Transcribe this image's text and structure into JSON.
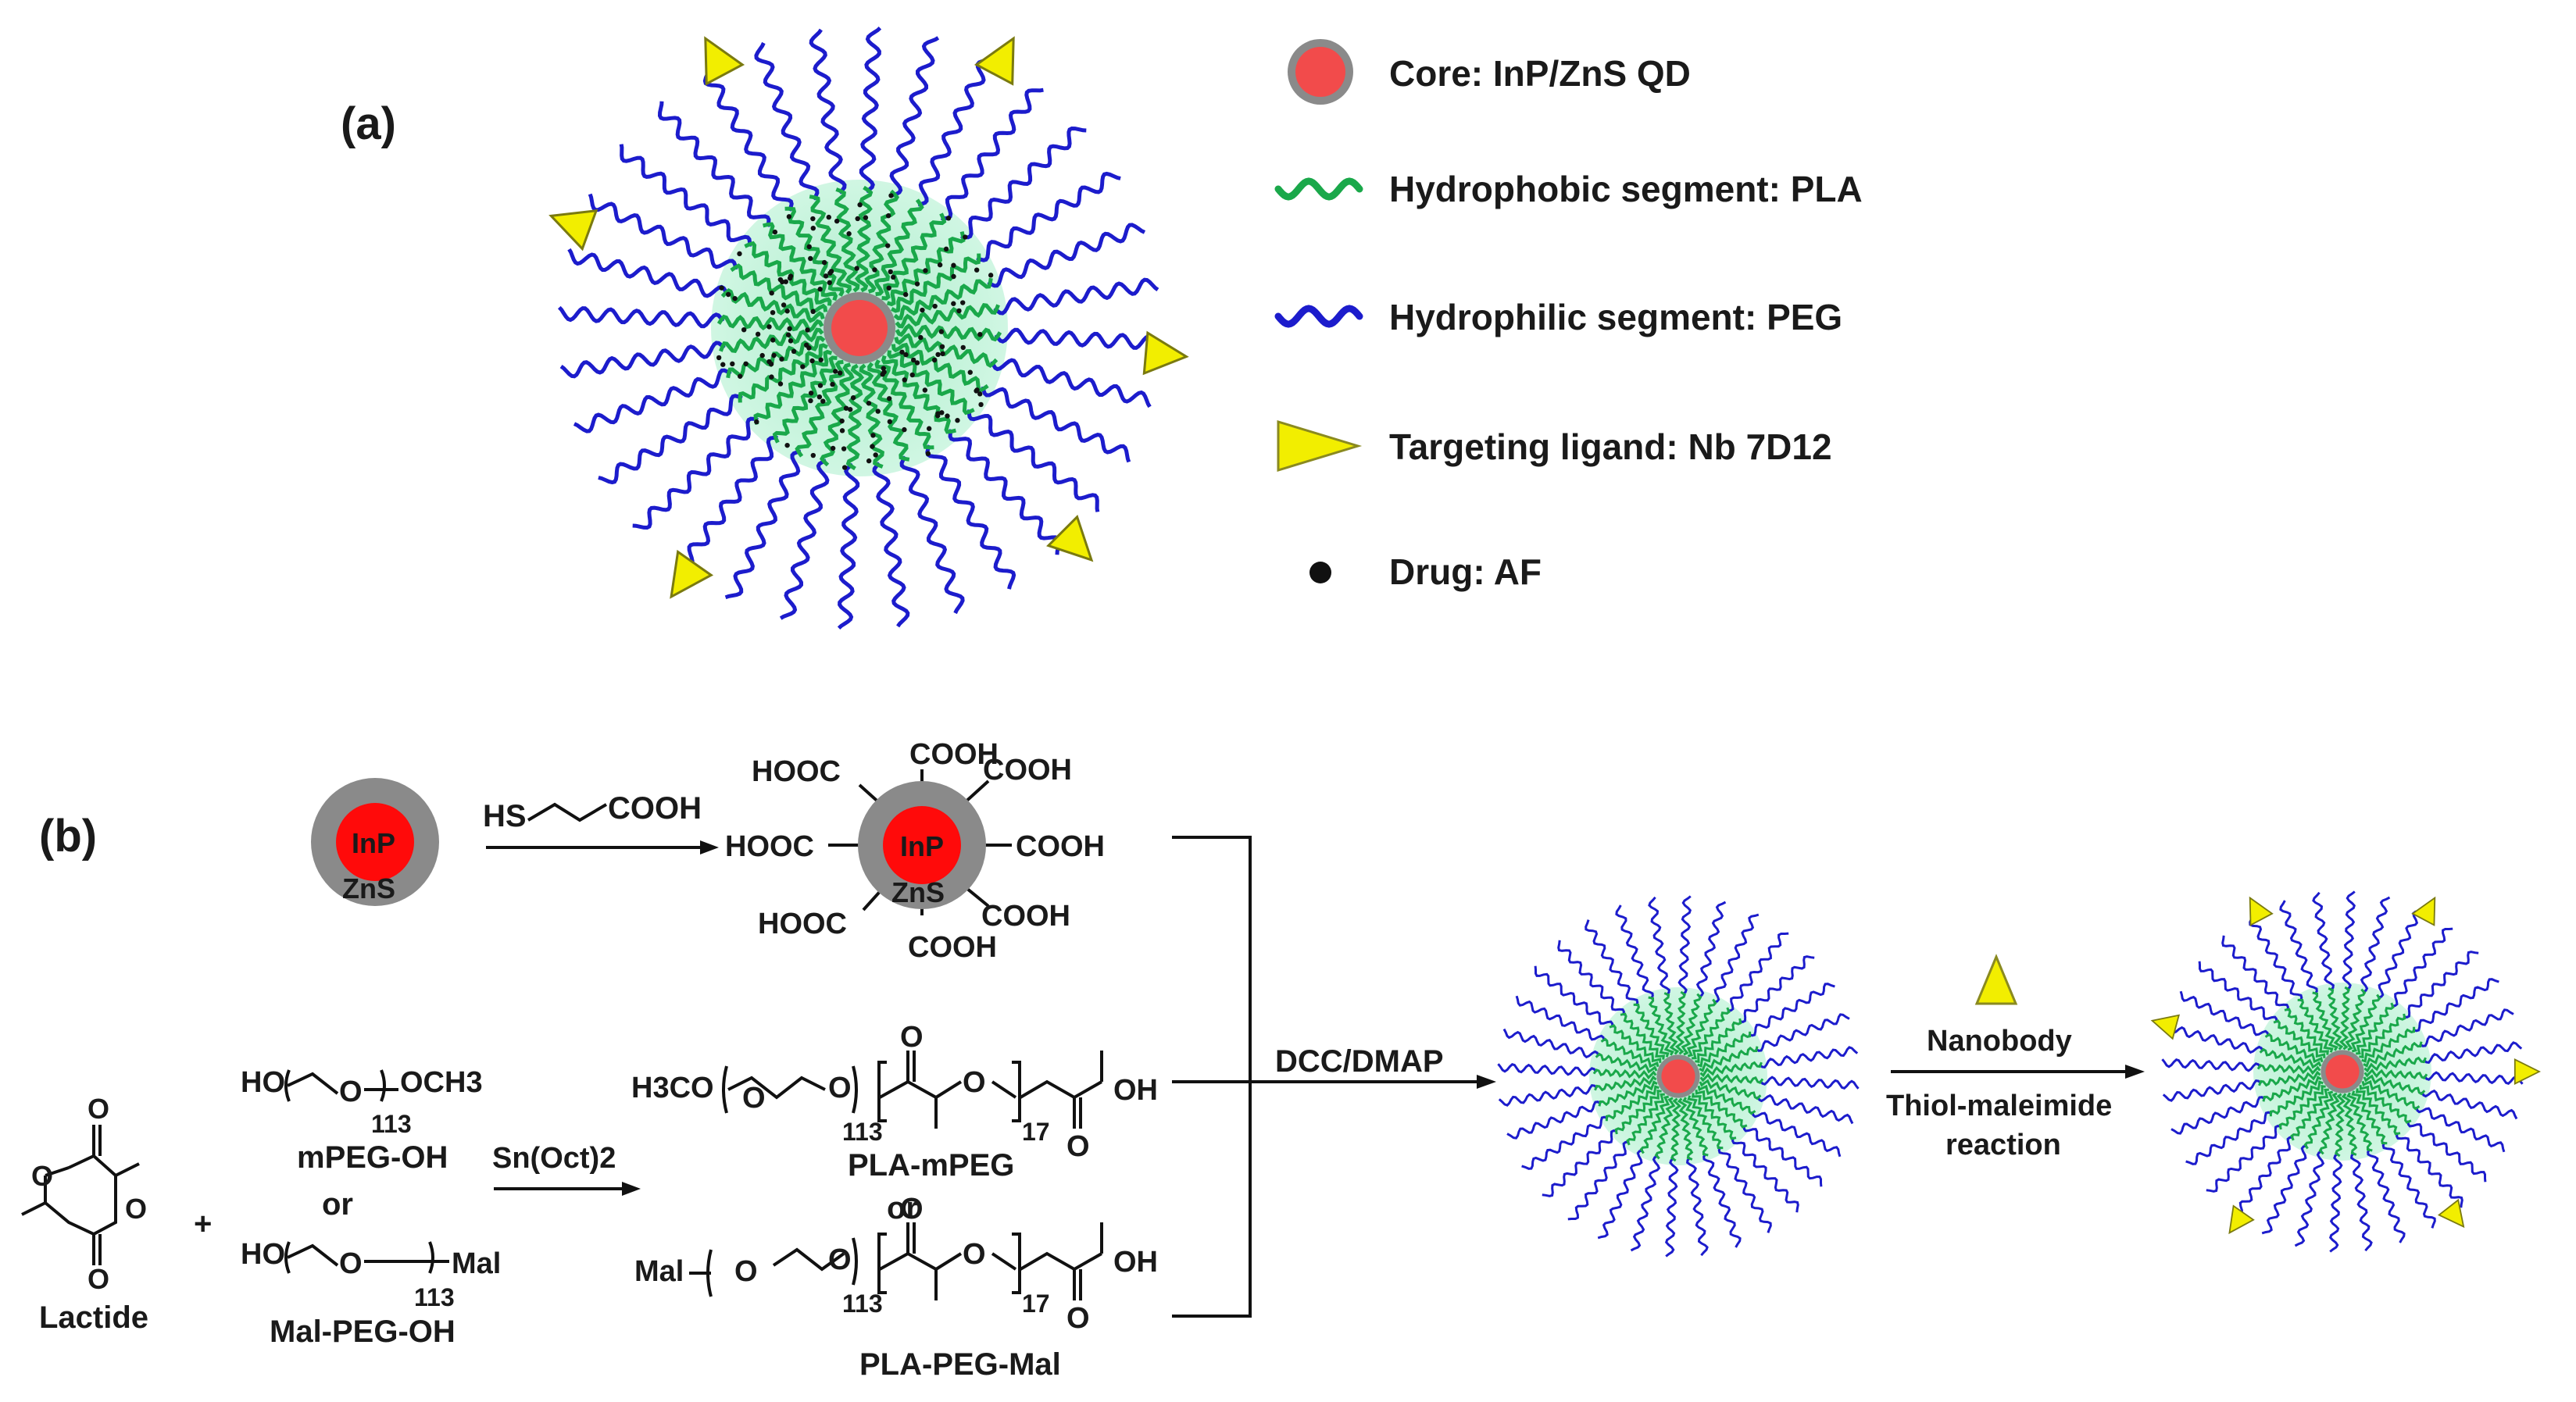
{
  "panel_a": {
    "label": "(a)",
    "legend": [
      {
        "icon": "qd-core-icon",
        "text": "Core: InP/ZnS QD"
      },
      {
        "icon": "green-wave-icon",
        "text": "Hydrophobic segment: PLA"
      },
      {
        "icon": "blue-wave-icon",
        "text": "Hydrophilic segment: PEG"
      },
      {
        "icon": "yellow-triangle-icon",
        "text": "Targeting ligand: Nb 7D12"
      },
      {
        "icon": "black-dot-icon",
        "text": "Drug: AF"
      }
    ]
  },
  "panel_b": {
    "label": "(b)",
    "qd": {
      "core": "InP",
      "shell": "ZnS"
    },
    "thiol_reagent": {
      "hs": "HS",
      "cooh": "COOH"
    },
    "carboxyl": "COOH",
    "carboxyl_left": "HOOC",
    "lactide": {
      "name": "Lactide",
      "o": "O"
    },
    "plus": "+",
    "mpeg": {
      "ho": "HO",
      "o": "O",
      "och3": "OCH3",
      "n": "113",
      "name": "mPEG-OH"
    },
    "or": "or",
    "malpeg": {
      "ho": "HO",
      "o": "O",
      "mal": "Mal",
      "n": "113",
      "name": "Mal-PEG-OH"
    },
    "catalyst": "Sn(Oct)2",
    "pla_mpeg": {
      "h3co": "H3CO",
      "o": "O",
      "n1": "113",
      "n2": "17",
      "oh": "OH",
      "name": "PLA-mPEG"
    },
    "pla_peg_mal": {
      "mal": "Mal",
      "o": "O",
      "n1": "113",
      "n2": "17",
      "oh": "OH",
      "name": "PLA-PEG-Mal"
    },
    "coupling": "DCC/DMAP",
    "nanobody": "Nanobody",
    "reaction": [
      "Thiol-maleimide",
      "reaction"
    ]
  },
  "colors": {
    "core": "#f24b4b",
    "shell": "#8a8a8a",
    "pla": "#1aa84a",
    "peg": "#1c1ccc",
    "halo": "#b8f0d2",
    "ligand": "#f2ee00",
    "ligand_edge": "#7a7a10",
    "drug": "#111111",
    "text": "#1a1a1a"
  }
}
